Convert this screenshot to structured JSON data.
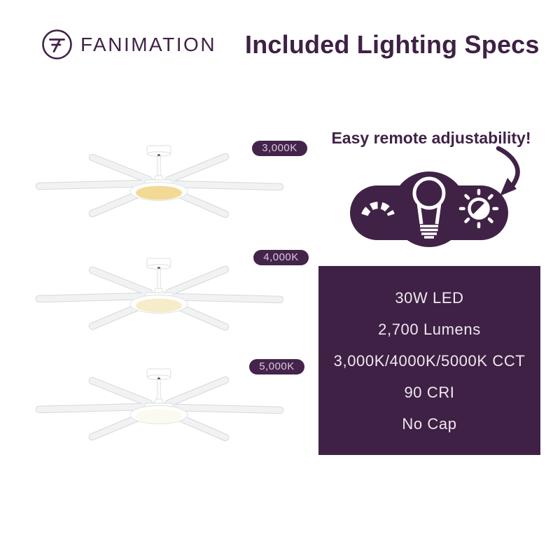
{
  "header": {
    "brand": "FANIMATION",
    "title": "Included Lighting Specs"
  },
  "fans": [
    {
      "label": "3,000K",
      "light_color": "#f2d996"
    },
    {
      "label": "4,000K",
      "light_color": "#f6ecca"
    },
    {
      "label": "5,000K",
      "light_color": "#fafaf0"
    }
  ],
  "remote": {
    "caption": "Easy remote adjustability!"
  },
  "specs": {
    "lines": [
      "30W LED",
      "2,700 Lumens",
      "3,000K/4000K/5000K CCT",
      "90 CRI",
      "No Cap"
    ]
  },
  "colors": {
    "brand_purple": "#412247",
    "specs_box_bg": "#3f2145",
    "pill_bg": "#44244b",
    "pill_text": "#dccade",
    "warm_light": "#f2d996",
    "neutral_light": "#f6ecca",
    "cool_light": "#fafaf0"
  }
}
